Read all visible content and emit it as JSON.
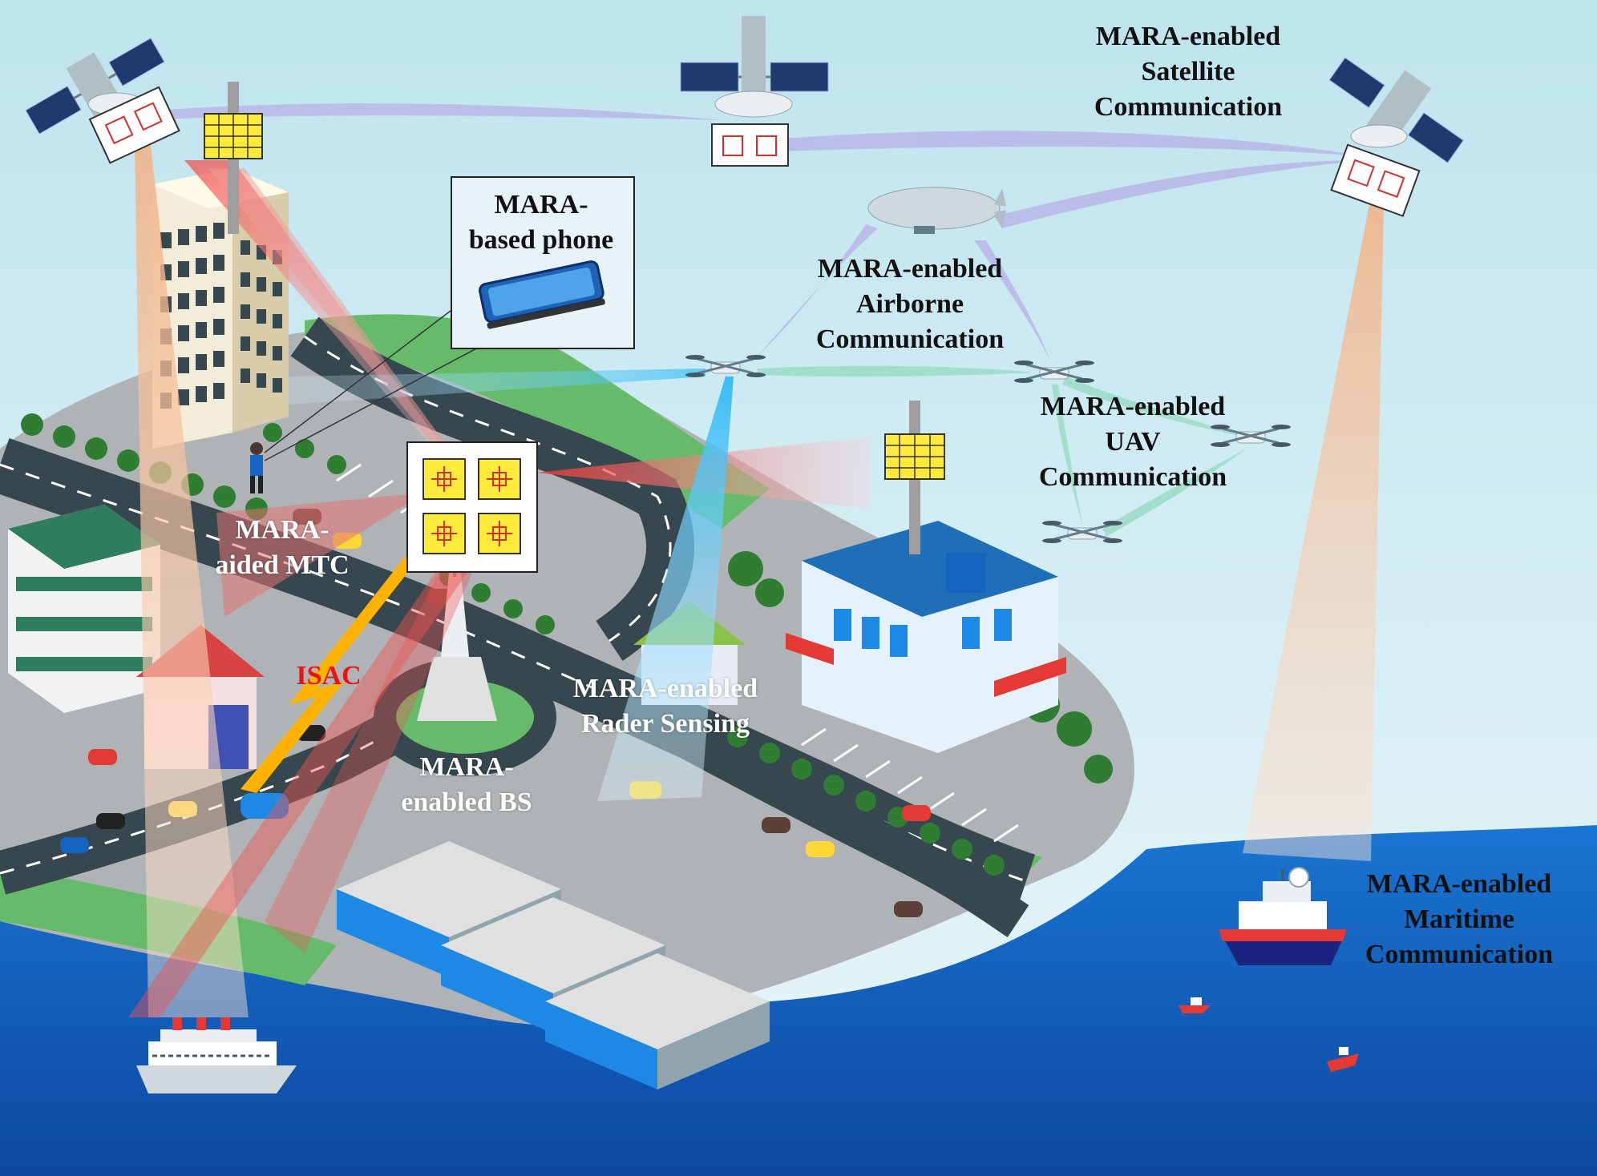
{
  "labels": {
    "satellite": [
      "MARA-enabled",
      "Satellite",
      "Communication"
    ],
    "phone": [
      "MARA-",
      "based phone"
    ],
    "airborne": [
      "MARA-enabled",
      "Airborne",
      "Communication"
    ],
    "uav": [
      "MARA-enabled",
      "UAV",
      "Communication"
    ],
    "mtc": [
      "MARA-",
      "aided MTC"
    ],
    "isac": "ISAC",
    "radar": [
      "MARA-enabled",
      "Rader Sensing"
    ],
    "bs": [
      "MARA-",
      "enabled BS"
    ],
    "maritime": [
      "MARA-enabled",
      "Maritime",
      "Communication"
    ]
  },
  "icons": [
    "satellite-icon",
    "airship-icon",
    "drone-icon",
    "ship-icon",
    "boat-icon",
    "phone-icon",
    "antenna-array-icon",
    "building-icon",
    "supermarket-icon",
    "warehouse-icon",
    "car-icon",
    "person-icon"
  ],
  "colors": {
    "sky": "#cfe9f1",
    "sea": "#1565c0",
    "sea_dark": "#0d47a1",
    "land": "#9e9e9e",
    "grass": "#66bb6a",
    "road": "#37474f",
    "satellite_link": "#b9b6e6",
    "uav_link": "#9fdcc8",
    "beam_red": "#e53935",
    "beam_peach": "#f5c6a5",
    "beam_blue": "#4fc3f7",
    "isac": "#ffb300",
    "array_yellow": "#ffeb3b"
  }
}
